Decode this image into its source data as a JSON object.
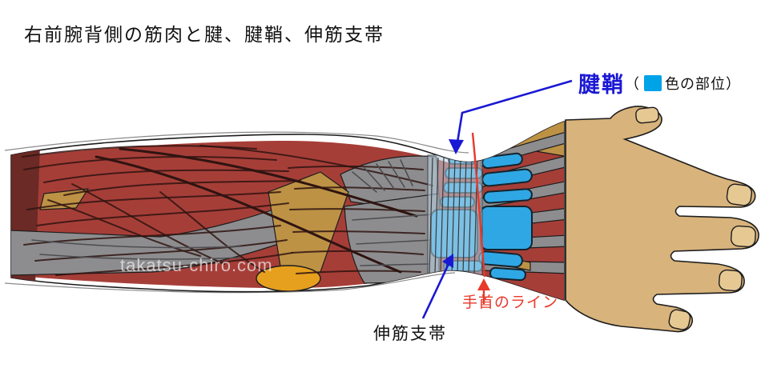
{
  "title": "右前腕背側の筋肉と腱、腱鞘、伸筋支帯",
  "watermark": "takatsu-chiro.com",
  "annotations": {
    "tendon_sheath": {
      "label": "腱鞘",
      "paren_open": "（",
      "note": "色の部位",
      "paren_close": "）"
    },
    "wrist_line": {
      "label": "手首のライン"
    },
    "extensor_retinaculum": {
      "label": "伸筋支帯"
    }
  },
  "colors": {
    "label_blue": "#1a18d4",
    "arrow_blue": "#1a18d4",
    "swatch_blue": "#00a2e8",
    "sheath_blue": "#2fa7e4",
    "line_red": "#e8392a",
    "muscle_red": "#a63e38",
    "muscle_dark": "#6b2a25",
    "streak_dark": "#2f1411",
    "tendon_gray": "#8d8d8f",
    "tendon_gray_dark": "#4e4e52",
    "band_tan": "#bd9245",
    "gold": "#e6a01e",
    "skin": "#d8b37b",
    "nail": "#e6c893",
    "outline_dark": "#1c1c1c",
    "retinaculum_fill": "rgba(188,213,230,0.55)",
    "watermark_color": "rgba(246,246,246,0.68)"
  }
}
